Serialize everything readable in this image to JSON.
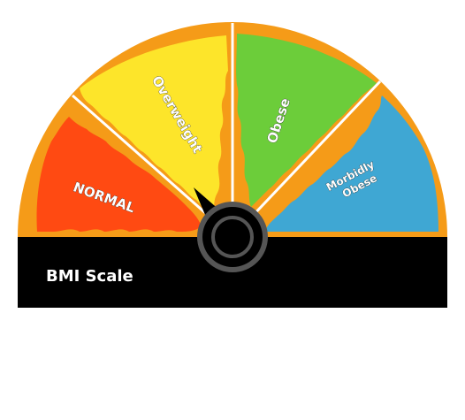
{
  "gauge": {
    "title": "BMI Scale",
    "segments": [
      {
        "label": "NORMAL",
        "color": "#ff4a12"
      },
      {
        "label": "Overweight",
        "color": "#fde52a"
      },
      {
        "label": "Obese",
        "color": "#6ccd3a"
      },
      {
        "label_line1": "Morbidly",
        "label_line2": "Obese",
        "color": "#3fa7d3"
      }
    ],
    "frame_color": "#f59b18",
    "bar_color": "#000000",
    "needle_color": "#000000",
    "hub_color": "#555555"
  }
}
